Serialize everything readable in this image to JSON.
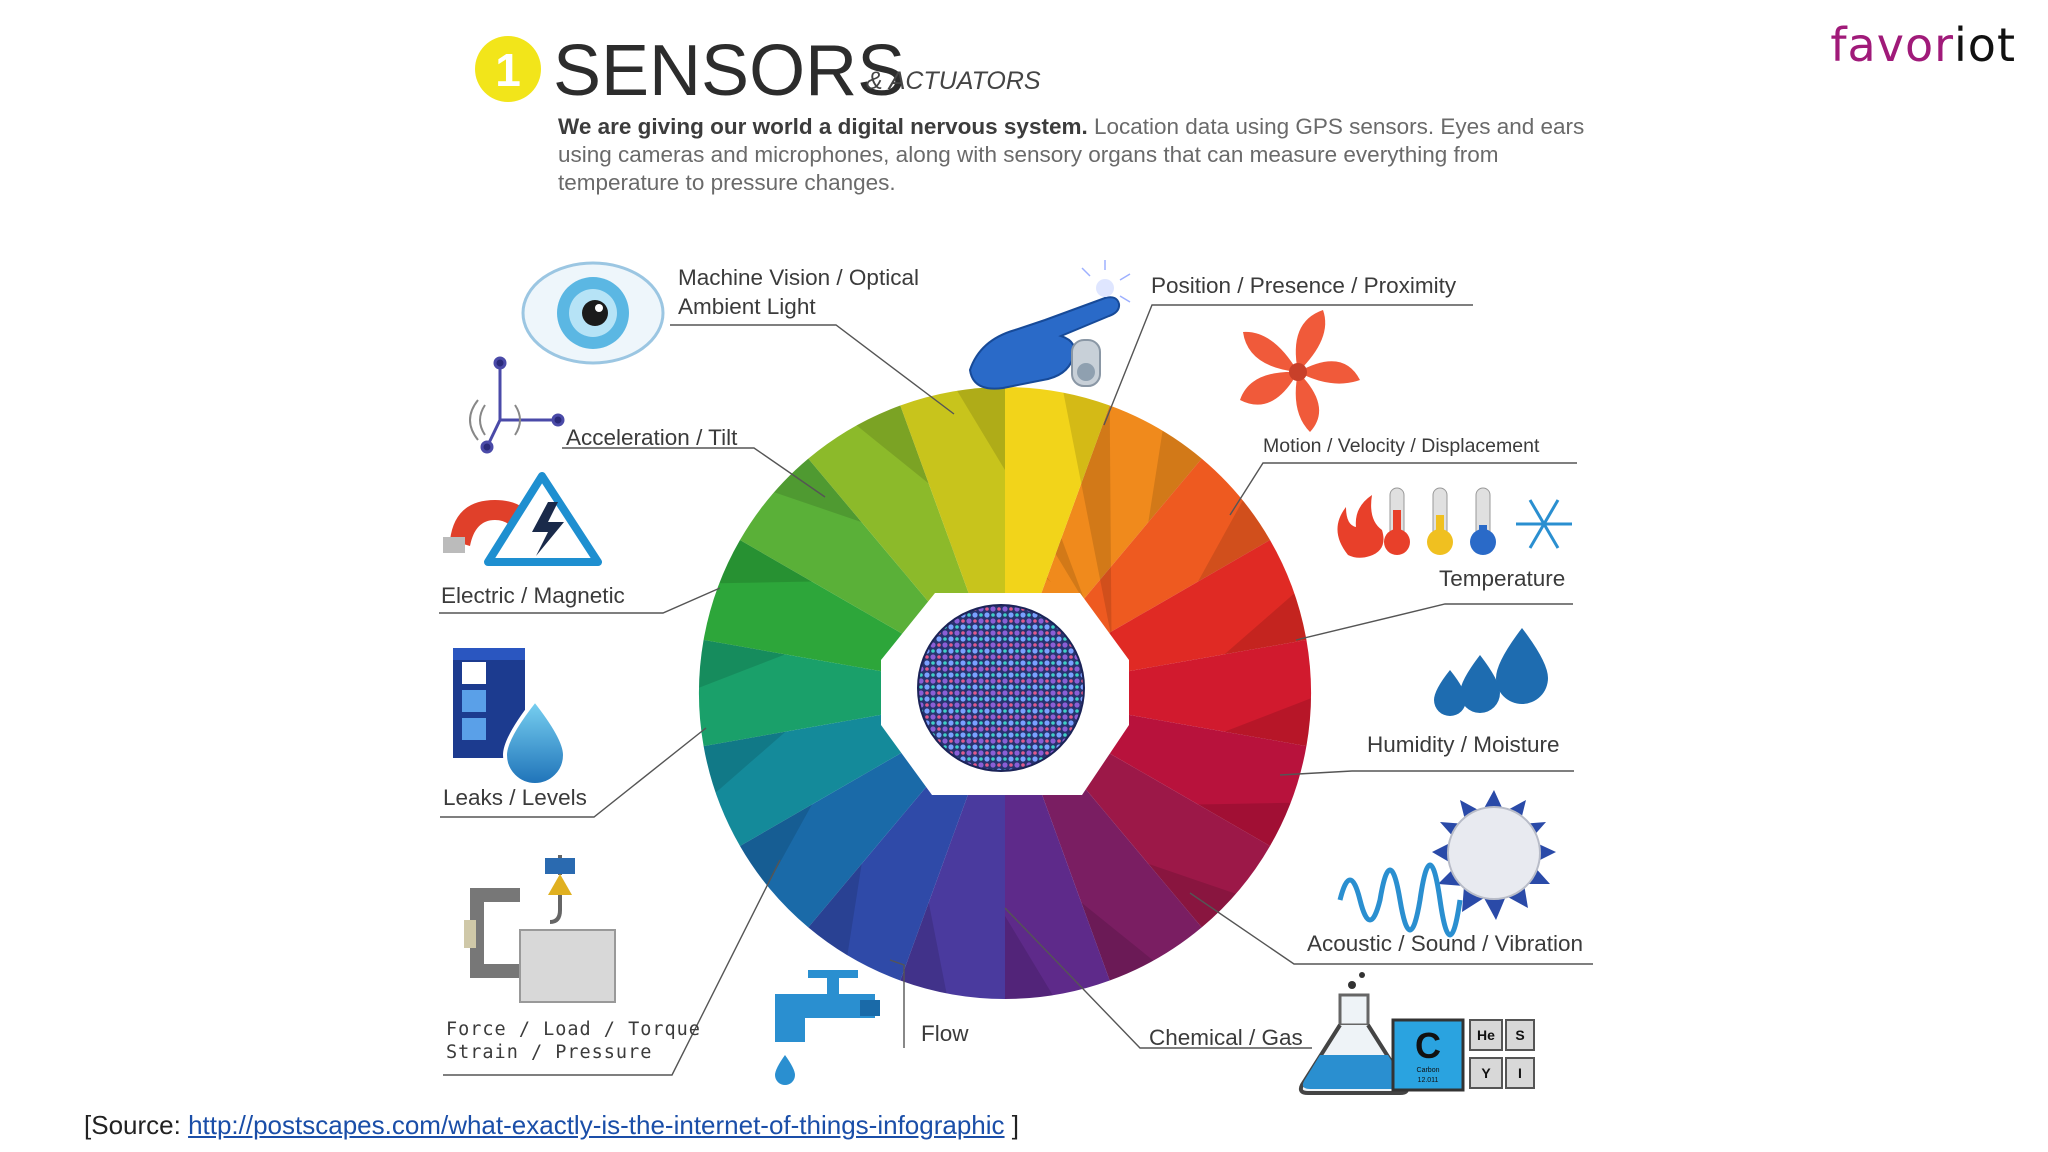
{
  "brand": {
    "name_start": "favor",
    "name_end": "iot"
  },
  "header": {
    "number": "1",
    "title": "SENSORS",
    "subtitle": "& ACTUATORS",
    "intro_bold": "We are giving our world a digital nervous system.",
    "intro_rest": " Location data using GPS sensors. Eyes and ears using cameras and microphones, along with sensory organs that can measure everything from temperature to pressure changes."
  },
  "sensors": {
    "machine_vision_1": "Machine Vision / Optical",
    "machine_vision_2": "Ambient Light",
    "position": "Position / Presence / Proximity",
    "motion": "Motion / Velocity / Displacement",
    "acceleration": "Acceleration / Tilt",
    "electric": "Electric / Magnetic",
    "temperature": "Temperature",
    "humidity": "Humidity / Moisture",
    "leaks": "Leaks / Levels",
    "acoustic": "Acoustic / Sound / Vibration",
    "force_1": "Force / Load / Torque",
    "force_2": "Strain / Pressure",
    "flow": "Flow",
    "chemical": "Chemical / Gas"
  },
  "periodic": {
    "c_symbol": "C",
    "c_name": "Carbon",
    "c_mass": "12.011",
    "he": "He",
    "s": "S",
    "y": "Y",
    "i": "I"
  },
  "source": {
    "prefix": "[Source: ",
    "link": "http://postscapes.com/what-exactly-is-the-internet-of-things-infographic",
    "suffix": " ]"
  },
  "colors": {
    "brand": "#a01a79",
    "badge": "#f2e51a",
    "link": "#1a4ea8"
  }
}
